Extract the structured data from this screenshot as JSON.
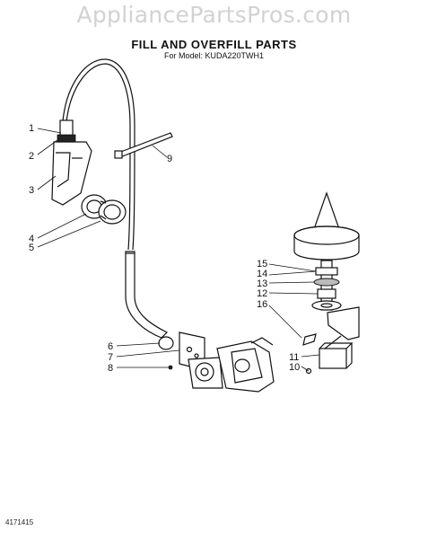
{
  "watermark": "AppliancePartsPros.com",
  "title": "FILL AND OVERFILL PARTS",
  "subtitle": "For Model: KUDA220TWH1",
  "document_number": "4171415",
  "callouts": [
    "1",
    "2",
    "3",
    "4",
    "5",
    "6",
    "7",
    "8",
    "9",
    "10",
    "11",
    "12",
    "13",
    "14",
    "15",
    "16"
  ]
}
